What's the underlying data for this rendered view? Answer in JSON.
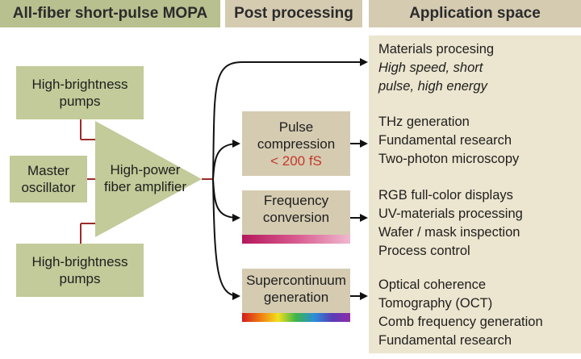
{
  "headers": {
    "mopa": "All-fiber short-pulse MOPA",
    "post": "Post processing",
    "app": "Application space"
  },
  "mopa": {
    "pump_top": [
      "High-brightness",
      "pumps"
    ],
    "pump_bottom": [
      "High-brightness",
      "pumps"
    ],
    "master": [
      "Master",
      "oscillator"
    ],
    "amplifier": [
      "High-power",
      "fiber amplifier"
    ]
  },
  "post": {
    "pulse": {
      "lines": [
        "Pulse",
        "compression"
      ],
      "sub": "< 200 fS"
    },
    "frequency": [
      "Frequency",
      "conversion"
    ],
    "supercontinuum": [
      "Supercontinuum",
      "generation"
    ]
  },
  "applications": [
    {
      "lines": [
        "Materials procesing"
      ],
      "italic_lines": [
        "High speed, short",
        "pulse, high energy"
      ]
    },
    {
      "lines": [
        "THz generation",
        "Fundamental research",
        "Two-photon microscopy"
      ],
      "italic_lines": []
    },
    {
      "lines": [
        "RGB full-color displays",
        "UV-materials processing",
        "Wafer / mask inspection",
        "Process control"
      ],
      "italic_lines": []
    },
    {
      "lines": [
        "Optical coherence",
        "Tomography (OCT)",
        "Comb frequency generation",
        "Fundamental research"
      ],
      "italic_lines": []
    }
  ],
  "colors": {
    "mopa_green": "#c2cb99",
    "post_tan": "#d5cbb1",
    "app_panel": "#ece5cf",
    "connector_red": "#9b2b2b",
    "pulse_sub_red": "#c23a2a"
  }
}
